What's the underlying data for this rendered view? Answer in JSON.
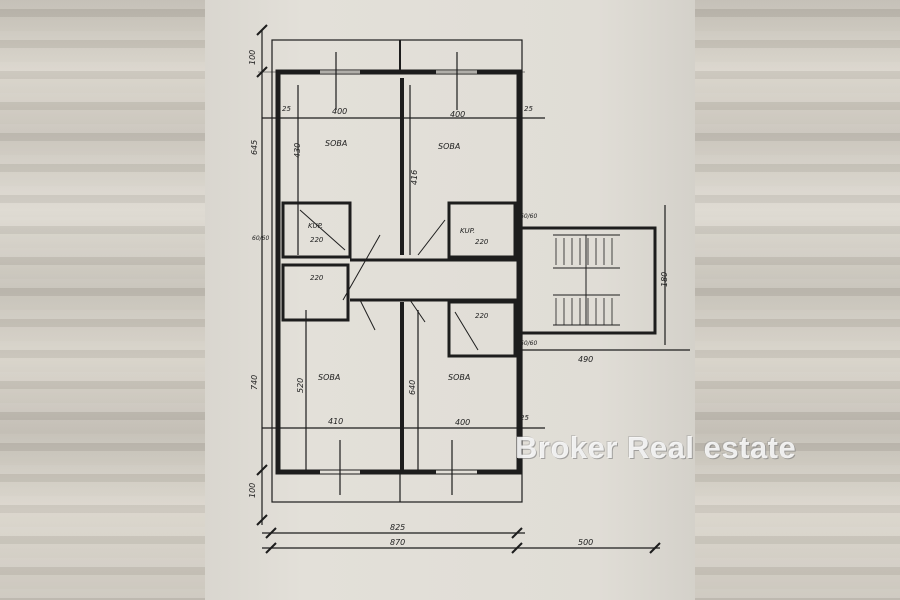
{
  "plan": {
    "rooms": [
      "SOBA",
      "SOBA",
      "SOBA",
      "SOBA"
    ],
    "bathrooms": [
      "KUP.",
      "KUP."
    ],
    "dimensions": {
      "top_left_width": "400",
      "top_right_width": "400",
      "bottom_left_width": "410",
      "bottom_right_width": "400",
      "top_left_height": "430",
      "top_right_height": "416",
      "bottom_left_height": "520",
      "bottom_right_height": "640",
      "wall": "25",
      "window": "60/60",
      "bath_left": "220",
      "bath_right": "220",
      "small_room": "220",
      "bath_right_lower": "220",
      "stair_width": "490",
      "stair_height": "180",
      "left_top": "100",
      "left_upper": "645",
      "left_lower": "740",
      "left_bottom": "100",
      "total_inner": "825",
      "total_outer": "870",
      "extension": "500"
    }
  },
  "watermark": "Broker Real estate"
}
